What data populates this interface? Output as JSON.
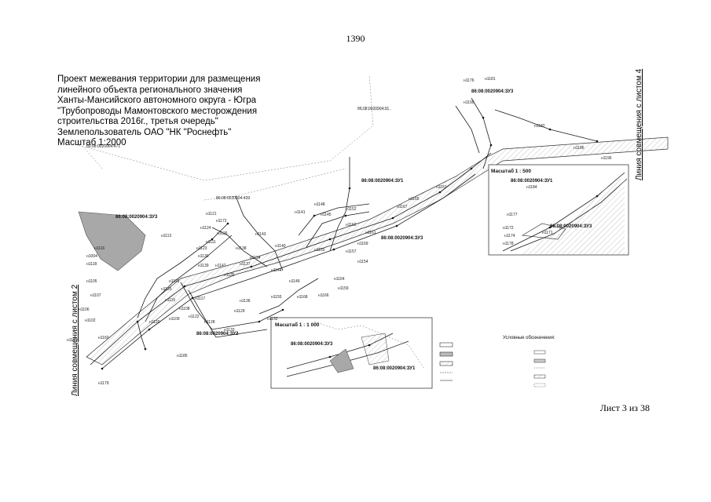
{
  "page_number": "1390",
  "sheet": "Лист 3 из 38",
  "title": {
    "line1": "Проект межевания территории для размещения",
    "line2": "линейного объекта регионального значения",
    "line3": "Ханты-Мансийского автономного округа - Югра",
    "line4": "\"Трубопроводы Мамонтовского месторождения",
    "line5": "строительства 2016г., третья очередь\"",
    "line6": "Землепользователь ОАО \"НК \"Роснефть\"",
    "line7": "Масштаб 1:2000"
  },
  "side_labels": {
    "left": "Линия совмещения с листом 2",
    "right": "Линия совмещения с листом 4"
  },
  "parcels": {
    "zu3_main": "86:08:0020904:ЗУ3",
    "zu1_main": "86:08:0020904:ЗУ1",
    "zu3_mid": "86:08:0020904:ЗУ3",
    "zu2_main": "86:08:0020904:ЗУ2",
    "top_ref": "86:08:0020904:91",
    "top_left_ref": "86:08:0020904:471",
    "mid_ref": "86:08:0020904:439",
    "inset1_zu1": "86:08:0020904:ЗУ1",
    "inset1_zu3": "86:08:0020904:ЗУ3",
    "inset2_zu3": "86:08:0020904:ЗУ3",
    "inset2_zu1": "86:08:0020904:ЗУ1",
    "top_zu3": "86:08:0020904:ЗУ3"
  },
  "insets": {
    "inset1_scale": "Масштаб 1 : 500",
    "inset2_scale": "Масштаб 1 : 1 000"
  },
  "legend": {
    "heading": "Условные обозначения:"
  },
  "points": {
    "n1": "н1113",
    "n2": "н1124",
    "n3": "н1172",
    "n4": "н1121",
    "n5": "н1126",
    "n6": "н1111",
    "n7": "н1123",
    "n8": "н1130",
    "n9": "н1139",
    "n10": "н1147",
    "n11": "н1137",
    "n12": "н1138",
    "n13": "н1134",
    "n14": "н1117",
    "n15": "н1125",
    "n16": "н1115",
    "n17": "н1119",
    "n18": "н1135",
    "n19": "н1108",
    "n20": "н1122",
    "n21": "н1141",
    "n22": "н1148",
    "n23": "н1145",
    "n24": "н1152",
    "n25": "н1162",
    "n26": "н1161",
    "n27": "н1169",
    "n28": "н1154",
    "n29": "н1164",
    "n30": "н1157",
    "n31": "н1159",
    "n32": "н1166",
    "n33": "н1168",
    "n34": "н1155",
    "n35": "н1165",
    "n36": "н1153",
    "n37": "н1167",
    "n38": "н1176",
    "n39": "н1181",
    "n40": "н1182",
    "n41": "н1186",
    "n42": "н1190",
    "n43": "н1196",
    "n44": "н1184",
    "n45": "н1177",
    "n46": "н1172",
    "n47": "н1174",
    "n48": "н1171",
    "n49": "н1004",
    "n50": "н1178",
    "n51": "н1105",
    "n52": "н1107",
    "n53": "н1106",
    "n54": "н1102",
    "n55": "н1109",
    "n56": "н1120",
    "n57": "н1116",
    "n58": "н1118",
    "n59": "н1128",
    "n60": "н1132",
    "n61": "н1133",
    "n62": "н1129",
    "n63": "н1136",
    "n64": "н1140",
    "n65": "н1143",
    "n66": "н1144",
    "n67": "н1146",
    "n68": "н1150",
    "n69": "н1160",
    "n70": "н1170",
    "n71": "н1179",
    "n72": "н1185"
  },
  "colors": {
    "line": "#1a1a1a",
    "hatch": "#8a8a8a",
    "grey_fill": "#a8a8a8"
  }
}
